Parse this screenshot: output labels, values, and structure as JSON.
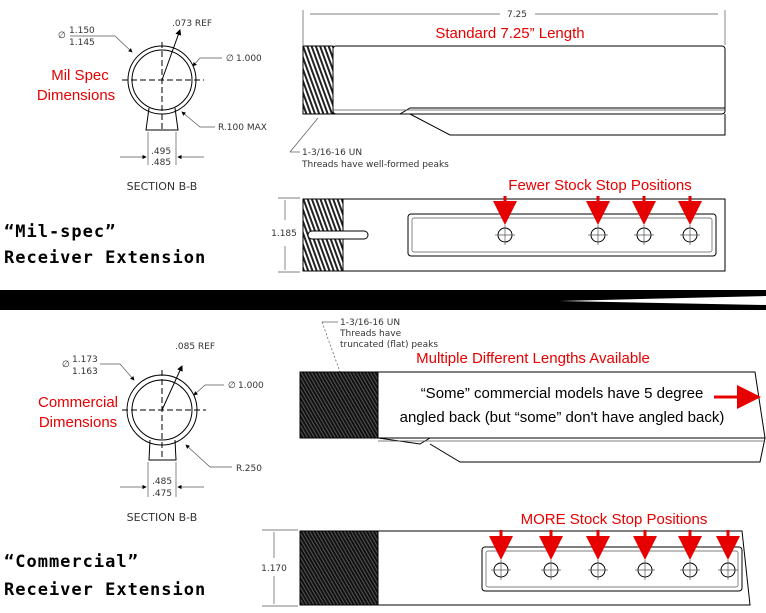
{
  "milspec": {
    "title_line1": "“Mil-spec”",
    "title_line2": "Receiver Extension",
    "dimensions_label_1": "Mil Spec",
    "dimensions_label_2": "Dimensions",
    "outer_dia_max": "1.150",
    "outer_dia_min": "1.145",
    "ref": ".073 REF",
    "inner_dia": "1.000",
    "radius": "R.100 MAX",
    "width_max": ".495",
    "width_min": ".485",
    "section": "SECTION B-B",
    "length_dim": "7.25",
    "length_label": "Standard 7.25” Length",
    "thread_spec": "1-3/16-16 UN",
    "thread_note": "Threads have well-formed peaks",
    "height_dim": "1.185",
    "stops_label": "Fewer Stock Stop Positions",
    "stop_count": 4
  },
  "commercial": {
    "title_line1": "“Commercial”",
    "title_line2": "Receiver Extension",
    "dimensions_label_1": "Commercial",
    "dimensions_label_2": "Dimensions",
    "outer_dia_max": "1.173",
    "outer_dia_min": "1.163",
    "ref": ".085 REF",
    "inner_dia": "1.000",
    "radius": "R.250",
    "width_max": ".485",
    "width_min": ".475",
    "section": "SECTION B-B",
    "thread_spec": "1-3/16-16 UN",
    "thread_note_1": "Threads have",
    "thread_note_2": "truncated (flat) peaks",
    "lengths_label": "Multiple Different Lengths Available",
    "angle_note_1": "“Some” commercial models have 5 degree",
    "angle_note_2": "angled back (but “some” don't have angled back)",
    "height_dim": "1.170",
    "stops_label": "MORE Stock Stop Positions",
    "stop_count": 6
  },
  "symbols": {
    "diameter": "∅"
  }
}
